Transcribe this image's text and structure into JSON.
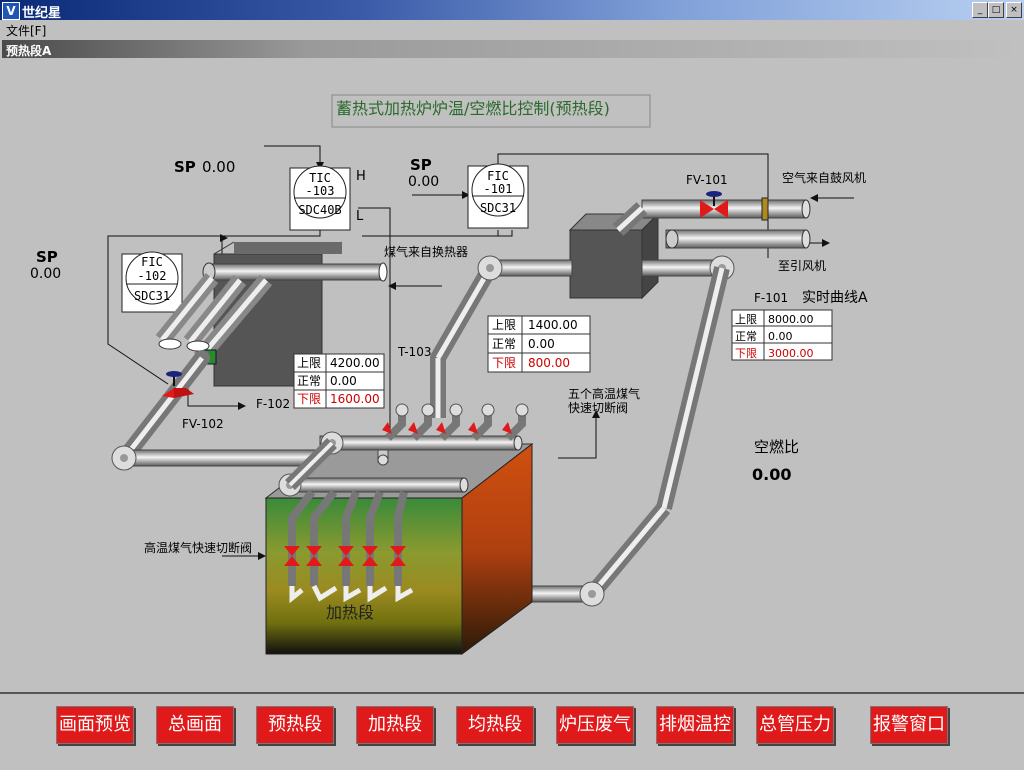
{
  "window": {
    "icon_letter": "V",
    "title": "世纪星",
    "buttons": [
      "_",
      "□",
      "×"
    ]
  },
  "menu": {
    "file": "文件[F]"
  },
  "subwindow": {
    "title": "预热段A"
  },
  "diagram": {
    "title": "蓄热式加热炉炉温/空燃比控制(预热段)",
    "tic103": {
      "line1": "TIC",
      "line2": "-103",
      "line3": "SDC40B",
      "sp_label": "SP",
      "sp_value": "0.00",
      "h_label": "H",
      "l_label": "L"
    },
    "fic101": {
      "line1": "FIC",
      "line2": "-101",
      "line3": "SDC31",
      "sp_label": "SP",
      "sp_value": "0.00"
    },
    "fic102": {
      "line1": "FIC",
      "line2": "-102",
      "line3": "SDC31",
      "sp_label": "SP",
      "sp_value": "0.00"
    },
    "labels": {
      "fv101": "FV-101",
      "fv102": "FV-102",
      "f101": "F-101",
      "f102": "F-102",
      "t103": "T-103",
      "air_from_fan": "空气来自鼓风机",
      "to_induced_fan": "至引风机",
      "gas_from_exchanger": "煤气来自换热器",
      "realtime_curve": "实时曲线A",
      "five_valves": "五个高温煤气",
      "five_valves_2": "快速切断阀",
      "high_temp_valve": "高温煤气快速切断阀",
      "heating_section": "加热段",
      "air_fuel_ratio_label": "空燃比",
      "air_fuel_ratio_value": "0.00"
    },
    "limits_center": {
      "upper_label": "上限",
      "upper": "1400.00",
      "normal_label": "正常",
      "normal": "0.00",
      "lower_label": "下限",
      "lower": "800.00"
    },
    "limits_f102": {
      "upper_label": "上限",
      "upper": "4200.00",
      "normal_label": "正常",
      "normal": "0.00",
      "lower_label": "下限",
      "lower": "1600.00"
    },
    "limits_f101": {
      "upper_label": "上限",
      "upper": "8000.00",
      "normal_label": "正常",
      "normal": "0.00",
      "lower_label": "下限",
      "lower": "3000.00"
    }
  },
  "nav": {
    "b1": "画面预览",
    "b2": "总画面",
    "b3": "预热段",
    "b4": "加热段",
    "b5": "均热段",
    "b6": "炉压废气",
    "b7": "排烟温控",
    "b8": "总管压力",
    "b9": "报警窗口"
  },
  "colors": {
    "button_red": "#e01a1a",
    "limit_red": "#cc0000",
    "canvas_bg": "#c0c0c0"
  }
}
